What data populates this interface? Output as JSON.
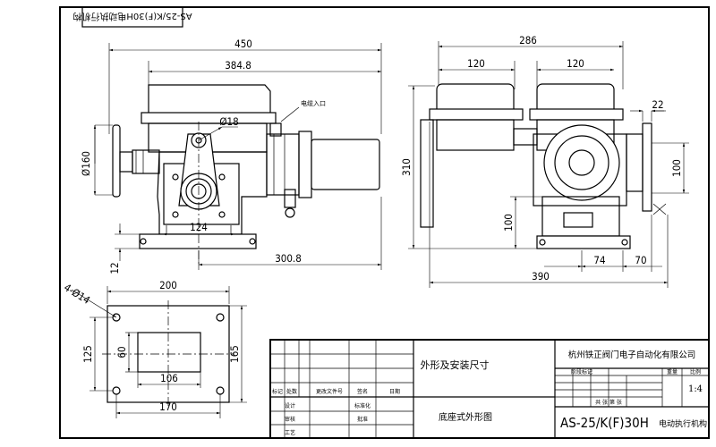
{
  "title_block": {
    "top_stamp": "AS-25/K(F)30H电动执行机构",
    "company": "杭州铁正阀门电子自动化有限公司",
    "drawing_name": "外形及安装尺寸",
    "base_label": "底座式外形图",
    "model": "AS-25/K(F)30H",
    "model_suffix": "电动执行机构",
    "scale": "1:4",
    "small_labels": {
      "design": "设计",
      "check": "审核",
      "process": "工艺",
      "standard": "标准化",
      "approve": "批准",
      "date": "日期",
      "mark": "标记",
      "qty": "处数",
      "change_no": "更改文件号",
      "sign": "签名",
      "weight": "重量",
      "ratio": "比例",
      "stage": "阶段标记",
      "sheet": "共 张 第 张"
    }
  },
  "front_view": {
    "dims": {
      "overall_width": "450",
      "width_2": "384.8",
      "pin_dia": "Ø18",
      "handwheel_dia": "Ø160",
      "base_width": "124",
      "center_to_end": "300.8",
      "base_height": "12"
    },
    "cable_entry_label": "电缆入口"
  },
  "side_view": {
    "dims": {
      "overall_width": "286",
      "box_left": "120",
      "box_right": "120",
      "height": "310",
      "flange": "22",
      "flange_height": "100",
      "shaft_height": "100",
      "offset_74": "74",
      "offset_70": "70",
      "base_length": "390"
    }
  },
  "base_view": {
    "dims": {
      "outer_width": "200",
      "holes": "4-Ø14",
      "height_125": "125",
      "height_60": "60",
      "height_165": "165",
      "inner_width": "106",
      "hole_spacing": "170"
    }
  }
}
